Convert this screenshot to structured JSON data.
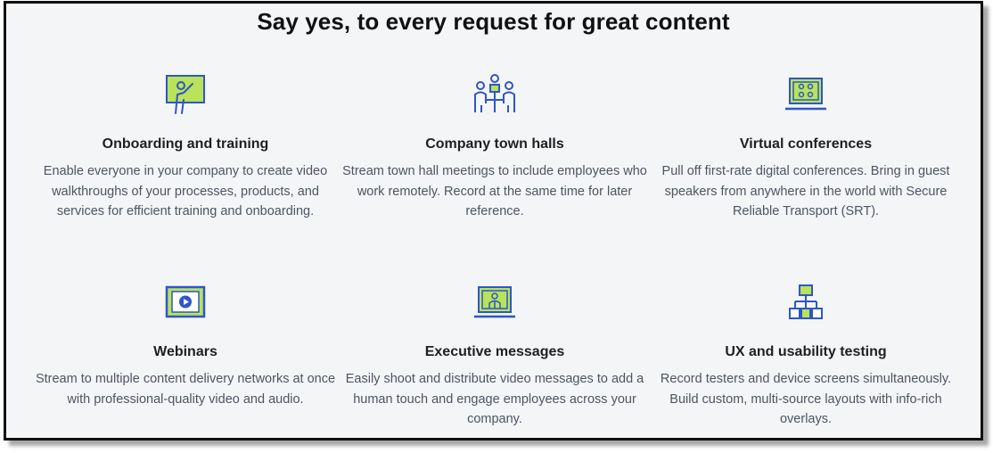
{
  "section": {
    "title": "Say yes, to every request for great content"
  },
  "cards": [
    {
      "icon": "presenter-board-icon",
      "heading": "Onboarding and training",
      "body": "Enable everyone in your company to create video walkthroughs of your processes, products, and services for efficient training and onboarding."
    },
    {
      "icon": "town-hall-people-icon",
      "heading": "Company town halls",
      "body": "Stream town hall meetings to include employees who work remotely. Record at the same time for later reference."
    },
    {
      "icon": "laptop-conference-icon",
      "heading": "Virtual conferences",
      "body": "Pull off first-rate digital conferences. Bring in guest speakers from anywhere in the world with Secure Reliable Transport (SRT)."
    },
    {
      "icon": "video-play-icon",
      "heading": "Webinars",
      "body": "Stream to multiple content delivery networks at once with professional-quality video and audio."
    },
    {
      "icon": "laptop-speaker-icon",
      "heading": "Executive messages",
      "body": "Easily shoot and distribute video messages to add a human touch and engage employees across your company."
    },
    {
      "icon": "sitemap-icon",
      "heading": "UX and usability testing",
      "body": "Record testers and device screens simultaneously. Build custom, multi-source layouts with info-rich overlays."
    }
  ],
  "colors": {
    "icon_stroke": "#2f55c9",
    "icon_fill": "#b8e35a",
    "background": "#f4f5f7"
  }
}
